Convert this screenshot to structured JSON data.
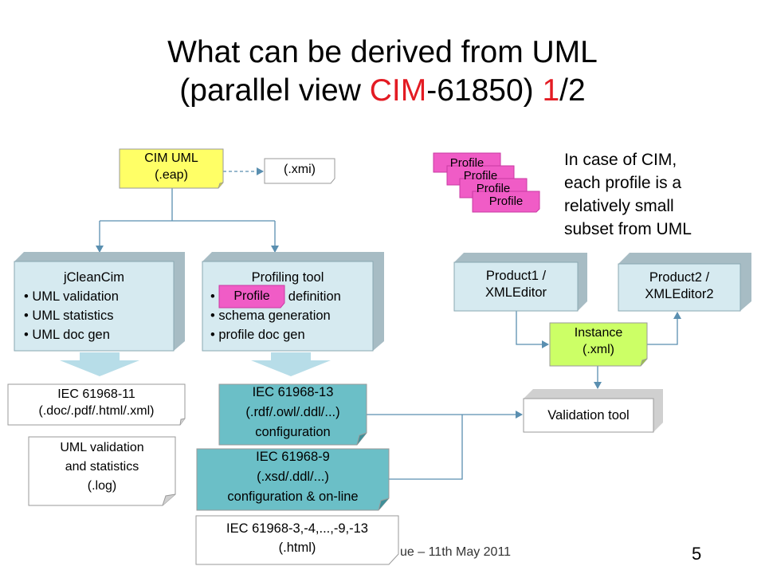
{
  "title": {
    "line1": "What can be derived from UML",
    "line2_pre": "(parallel view ",
    "line2_cim": "CIM",
    "line2_mid": "-61850) ",
    "line2_num": "1",
    "line2_post": "/2"
  },
  "nodes": {
    "cim_uml": [
      "CIM UML",
      "(.eap)"
    ],
    "xmi": "(.xmi)",
    "jcleancim": {
      "title": "jCleanCim",
      "bullets": [
        "UML validation",
        "UML statistics",
        "UML doc gen"
      ]
    },
    "profiling_tool": {
      "title": "Profiling tool",
      "bullets": [
        "definition",
        "schema generation",
        "profile doc gen"
      ],
      "profile_tag": "Profile"
    },
    "iec_11": [
      "IEC 61968-11",
      "(.doc/.pdf/.html/.xml)"
    ],
    "uml_log": [
      "UML validation",
      "and statistics",
      "(.log)"
    ],
    "iec_13": [
      "IEC 61968-13",
      "(.rdf/.owl/.ddl/...)",
      "configuration"
    ],
    "iec_9": [
      "IEC 61968-9",
      "(.xsd/.ddl/...)",
      "configuration & on-line"
    ],
    "iec_html": [
      "IEC 61968-3,-4,...,-9,-13",
      "(.html)"
    ],
    "product1": [
      "Product1 /",
      "XMLEditor"
    ],
    "product2": [
      "Product2 /",
      "XMLEditor2"
    ],
    "instance": [
      "Instance",
      "(.xml)"
    ],
    "validation": "Validation tool",
    "profiles": [
      "Profile",
      "Profile",
      "Profile",
      "Profile"
    ]
  },
  "note": [
    "In case of CIM,",
    "each profile is a",
    "relatively small",
    "subset from UML"
  ],
  "footer": "ue – 11th May 2011",
  "page_number": "5",
  "colors": {
    "yellow": "#ffff66",
    "light_blue": "#d6eaf0",
    "teal": "#6bbfc7",
    "green": "#ccff66",
    "pink": "#f05cc6",
    "box_depth": "#a7bcc4",
    "red": "#e31b23"
  }
}
